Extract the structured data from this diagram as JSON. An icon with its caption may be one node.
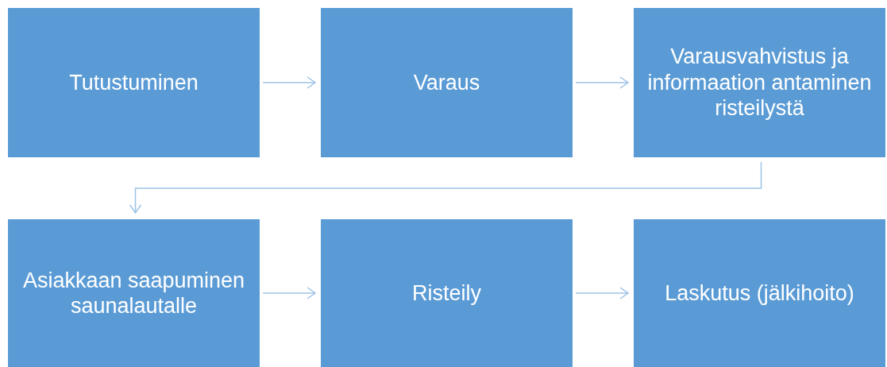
{
  "diagram": {
    "nodes": [
      {
        "text": [
          "Tutustuminen"
        ]
      },
      {
        "text": [
          "Varaus"
        ]
      },
      {
        "text": [
          "Varausvahvistus ja informaation antaminen risteilystä"
        ]
      },
      {
        "text": [
          "Asiakkaan saapuminen saunalautalle"
        ]
      },
      {
        "text": [
          "Risteily"
        ]
      },
      {
        "text": [
          "Laskutus (jälkihoito)"
        ]
      }
    ],
    "edges": [
      {
        "from": 0,
        "to": 1,
        "arrow": "to"
      },
      {
        "from": 1,
        "to": 2,
        "arrow": "to"
      },
      {
        "from": 2,
        "to": 3,
        "arrow": "to"
      },
      {
        "from": 3,
        "to": 4,
        "arrow": "to"
      },
      {
        "from": 4,
        "to": 5,
        "arrow": "to"
      }
    ]
  }
}
